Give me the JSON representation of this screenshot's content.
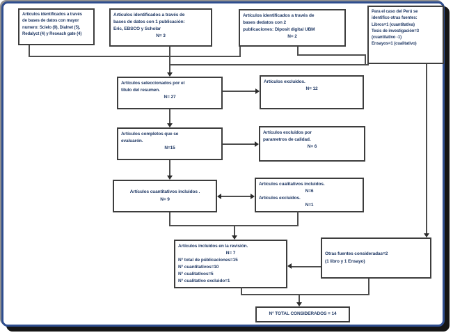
{
  "diagram": {
    "boxes": {
      "b1": {
        "lines": [
          "Artículos identificados a través",
          "de bases de datos con mayor",
          "numero: Scielo (9), Dialnet (5),",
          "Redalyct (4) y Reseach gate (4)"
        ]
      },
      "b2": {
        "lines": [
          "Artículos identificados a través de",
          "bases de datos con 1 publicación:",
          "Eric, EBSCO y Scholar",
          "N= 3"
        ]
      },
      "b3": {
        "lines": [
          "Artículos identificados a través de",
          "bases dedatos con 2",
          "publicaciones: Diposit digital UBM",
          "N= 2"
        ]
      },
      "b4": {
        "lines": [
          "Para el caso del Perú se",
          "identifico otras fuentes:",
          "Libros=1 (cuantitativa)",
          "Tesis de investigación=3",
          "(cuantitativo -1)",
          "Ensayos=1 (cualitativo)"
        ]
      },
      "b5": {
        "lines": [
          "Artículos seleccionados por el",
          "titulo del resumen.",
          "N= 27"
        ]
      },
      "b6": {
        "lines": [
          "Artículos excluidos.",
          "N= 12"
        ]
      },
      "b7": {
        "lines": [
          "Artículos completos que se",
          "evaluarón.",
          "N=15"
        ]
      },
      "b8": {
        "lines": [
          "Artículos excluidos por",
          "parametros de calidad.",
          "N= 6"
        ]
      },
      "b9": {
        "lines": [
          "Artículos cuantitativos incluidos .",
          "N= 9"
        ]
      },
      "b10": {
        "lines": [
          "Artículos cualitativos incluidos.",
          "N=6",
          "Artículos excluidos.",
          "N=1"
        ]
      },
      "b11": {
        "lines": [
          "Artículos incluidos en la revisión.",
          "N= 7",
          "N° total de públicaciones=15",
          "N° cuantitativos=10",
          "N° cualitativos=5",
          "N° cualitativo excluido=1"
        ]
      },
      "b12": {
        "lines": [
          "Otras fuentes consideradas=2",
          "(1 libro y 1 Ensayo)"
        ]
      },
      "b13": {
        "lines": [
          "N° TOTAL CONSIDERADOS  = 14"
        ]
      }
    },
    "colors": {
      "frame_border": "#2e4d8e",
      "frame_shadow": "#151515",
      "box_border": "#3d3d3d",
      "connector": "#4d4d4d",
      "text": "#1f3864"
    }
  }
}
